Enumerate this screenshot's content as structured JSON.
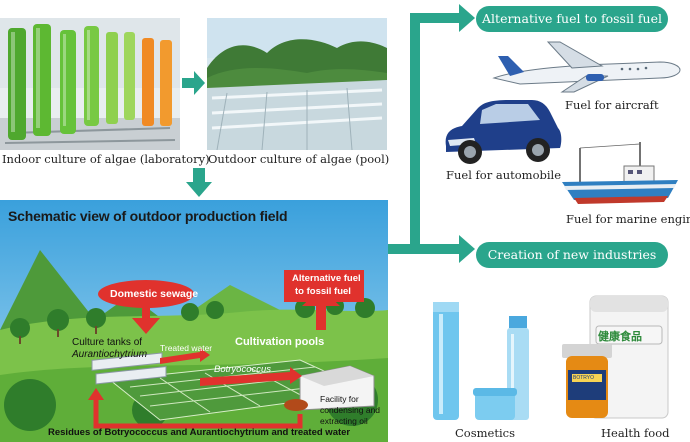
{
  "captions": {
    "indoor": "Indoor culture of algae (laboratory)",
    "outdoor": "Outdoor culture of algae (pool)",
    "aircraft": "Fuel for aircraft",
    "automobile": "Fuel for automobile",
    "marine": "Fuel for marine engine",
    "cosmetics": "Cosmetics",
    "health_food": "Health food"
  },
  "pills": {
    "alternative": "Alternative fuel to fossil fuel",
    "creation": "Creation of new industries"
  },
  "schematic": {
    "title": "Schematic view of outdoor production field",
    "domestic_sewage": "Domestic sewage",
    "alt_fuel_line1": "Alternative fuel",
    "alt_fuel_line2": "to fossil fuel",
    "culture_tanks_line1": "Culture tanks of",
    "culture_tanks_line2": "Aurantiochytrium",
    "treated_water": "Treated water",
    "cultivation_pools": "Cultivation pools",
    "botryococcus": "Botryococcus",
    "facility_line1": "Facility for",
    "facility_line2": "condensing and",
    "facility_line3": "extracting oil",
    "residues": "Residues of Botryococcus and Aurantiochytrium and treated water"
  },
  "package_text": "健康食品",
  "bottle_label": "BOTRYO",
  "colors": {
    "teal": "#2aa58c",
    "red": "#e0322d",
    "sky": "#5ab3e6",
    "grass": "#6fb53a"
  }
}
